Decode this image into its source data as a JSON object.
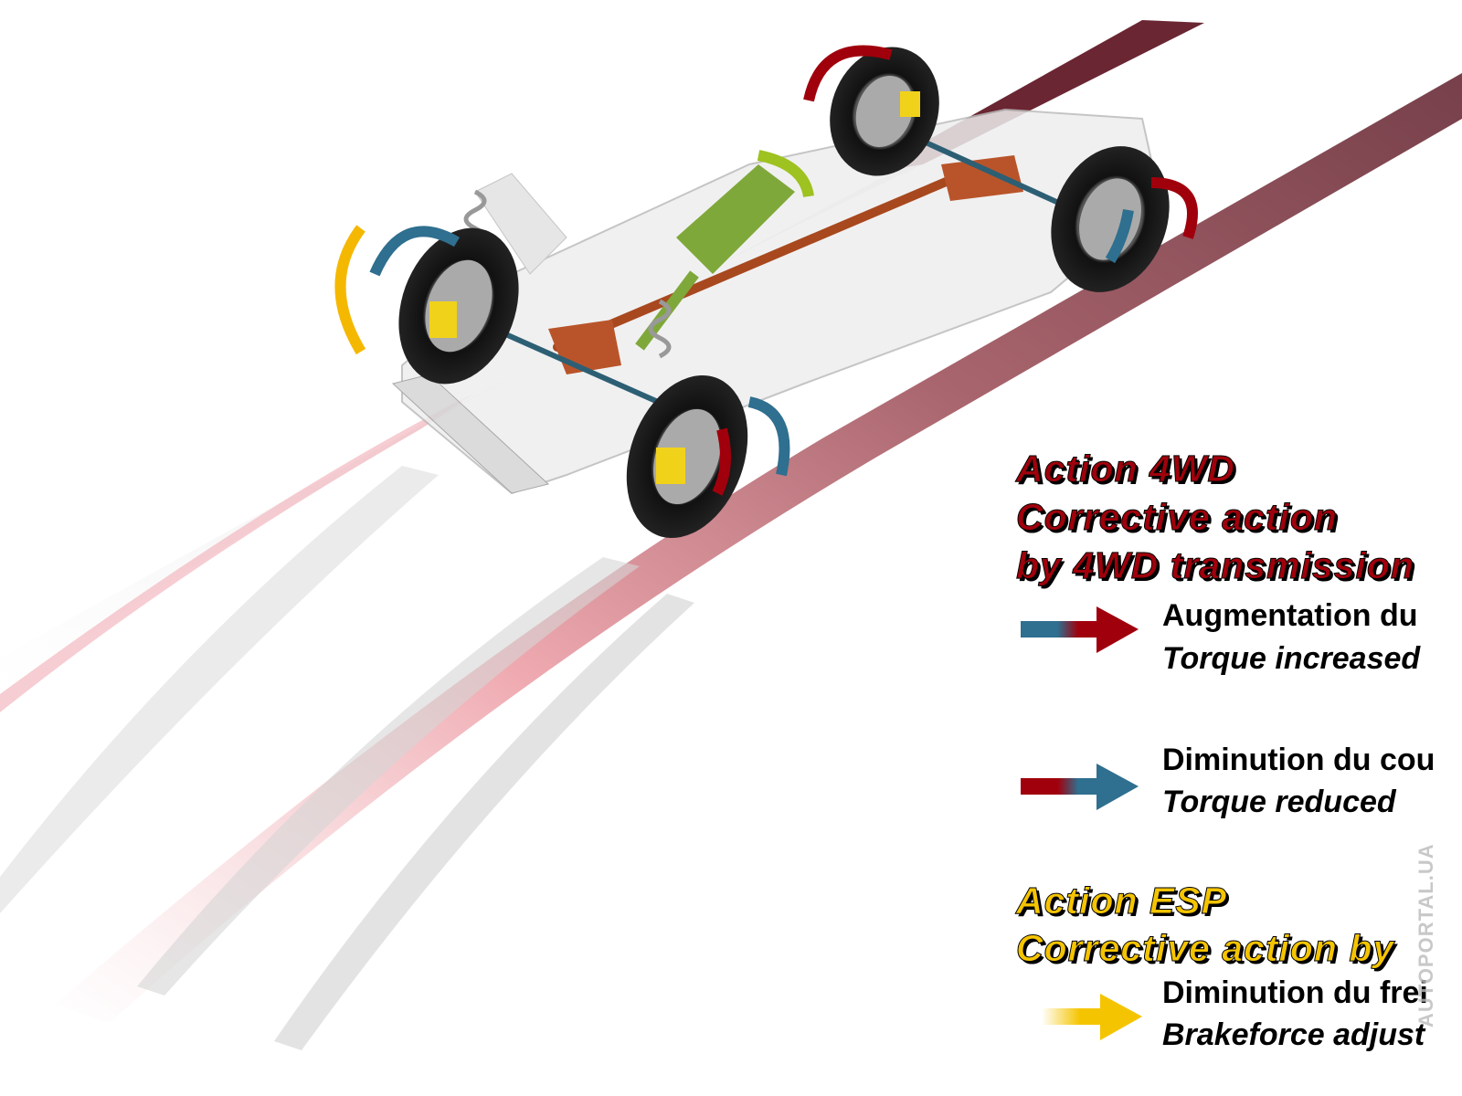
{
  "section_4wd": {
    "title": "Action 4WD",
    "subtitle_line1": "Corrective action",
    "subtitle_line2": "by 4WD transmission"
  },
  "legend": [
    {
      "fr": "Augmentation du",
      "en": "Torque increased",
      "arrow": "blue-to-red"
    },
    {
      "fr": "Diminution du cou",
      "en": "Torque reduced",
      "arrow": "red-to-blue"
    }
  ],
  "section_esp": {
    "title": "Action ESP",
    "subtitle": "Corrective action by",
    "item_fr": "Diminution du frei",
    "item_en": "Brakeforce adjust",
    "arrow": "yellow"
  },
  "watermark": "AUTOPORTAL.UA",
  "colors": {
    "red": "#a0000c",
    "blue": "#2f6f8f",
    "yellow": "#f5c400",
    "track": "#6e2a34"
  }
}
